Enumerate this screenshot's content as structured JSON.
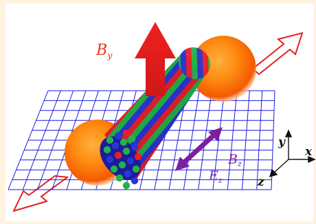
{
  "labels": {
    "field_b_main": "B",
    "field_b_main_sub": "y",
    "field_b_tilde": "B",
    "field_b_tilde_sub": "z",
    "field_e_tilde": "E",
    "field_e_tilde_sub": "z",
    "axis_y": "y",
    "axis_x": "x",
    "axis_z": "z"
  },
  "colors": {
    "background": "#FFF3E0",
    "grid": "#1A1ADB",
    "red_arrow": "#E61E1E",
    "purple_arrow": "#7A1FA2",
    "label_red": "#E8361E",
    "label_purple": "#7A1FA2",
    "ion_orange": "#FF7A00",
    "stripe_red": "#E8202A",
    "stripe_green": "#23B24A",
    "stripe_blue": "#2A35D8"
  }
}
